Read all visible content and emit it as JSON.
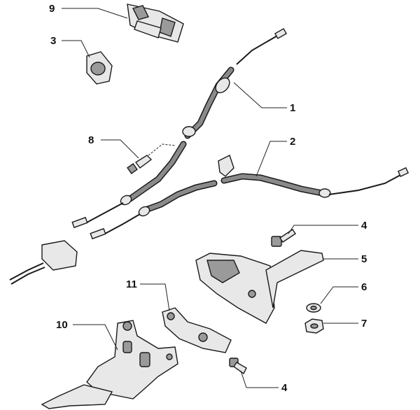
{
  "callouts": {
    "c9": "9",
    "c3": "3",
    "c1": "1",
    "c8": "8",
    "c2": "2",
    "c4a": "4",
    "c5": "5",
    "c11": "11",
    "c6": "6",
    "c10": "10",
    "c7": "7",
    "c4b": "4"
  }
}
